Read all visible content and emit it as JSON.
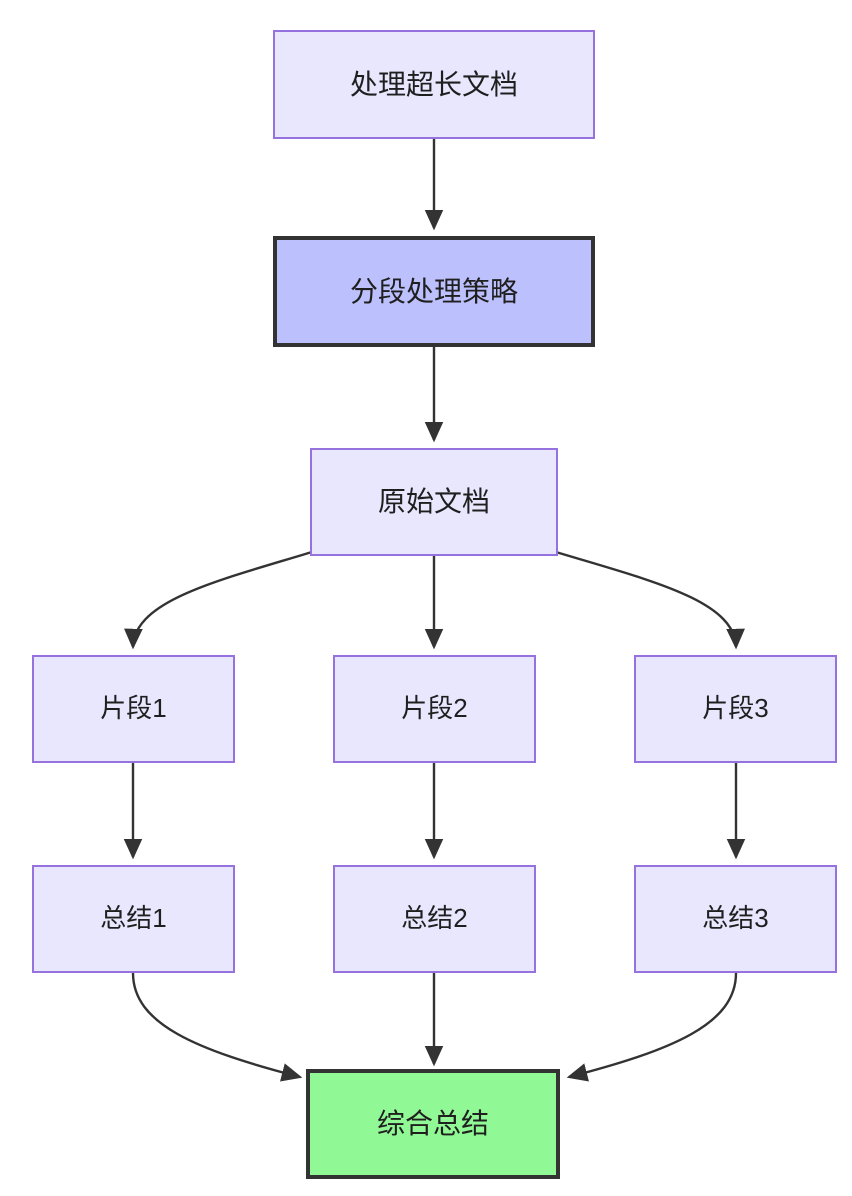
{
  "diagram": {
    "type": "flowchart",
    "direction": "top-down",
    "background_color": "#ffffff",
    "styles": {
      "light_fill": "#e9e7fd",
      "light_border": "#9572de",
      "strong_fill": "#bcc0fd",
      "strong_border": "#333333",
      "green_fill": "#90f894",
      "green_border": "#333333",
      "edge_color": "#333333",
      "text_color": "#1f1f1f"
    },
    "nodes": [
      {
        "id": "root",
        "label": "处理超长文档",
        "style": "light"
      },
      {
        "id": "strategy",
        "label": "分段处理策略",
        "style": "strong"
      },
      {
        "id": "source",
        "label": "原始文档",
        "style": "light"
      },
      {
        "id": "chunk1",
        "label": "片段1",
        "style": "light"
      },
      {
        "id": "chunk2",
        "label": "片段2",
        "style": "light"
      },
      {
        "id": "chunk3",
        "label": "片段3",
        "style": "light"
      },
      {
        "id": "sum1",
        "label": "总结1",
        "style": "light"
      },
      {
        "id": "sum2",
        "label": "总结2",
        "style": "light"
      },
      {
        "id": "sum3",
        "label": "总结3",
        "style": "light"
      },
      {
        "id": "final",
        "label": "综合总结",
        "style": "green"
      }
    ],
    "edges": [
      {
        "from": "root",
        "to": "strategy",
        "shape": "straight"
      },
      {
        "from": "strategy",
        "to": "source",
        "shape": "straight"
      },
      {
        "from": "source",
        "to": "chunk1",
        "shape": "curve-left"
      },
      {
        "from": "source",
        "to": "chunk2",
        "shape": "straight"
      },
      {
        "from": "source",
        "to": "chunk3",
        "shape": "curve-right"
      },
      {
        "from": "chunk1",
        "to": "sum1",
        "shape": "straight"
      },
      {
        "from": "chunk2",
        "to": "sum2",
        "shape": "straight"
      },
      {
        "from": "chunk3",
        "to": "sum3",
        "shape": "straight"
      },
      {
        "from": "sum1",
        "to": "final",
        "shape": "curve-right"
      },
      {
        "from": "sum2",
        "to": "final",
        "shape": "straight"
      },
      {
        "from": "sum3",
        "to": "final",
        "shape": "curve-left"
      }
    ]
  }
}
